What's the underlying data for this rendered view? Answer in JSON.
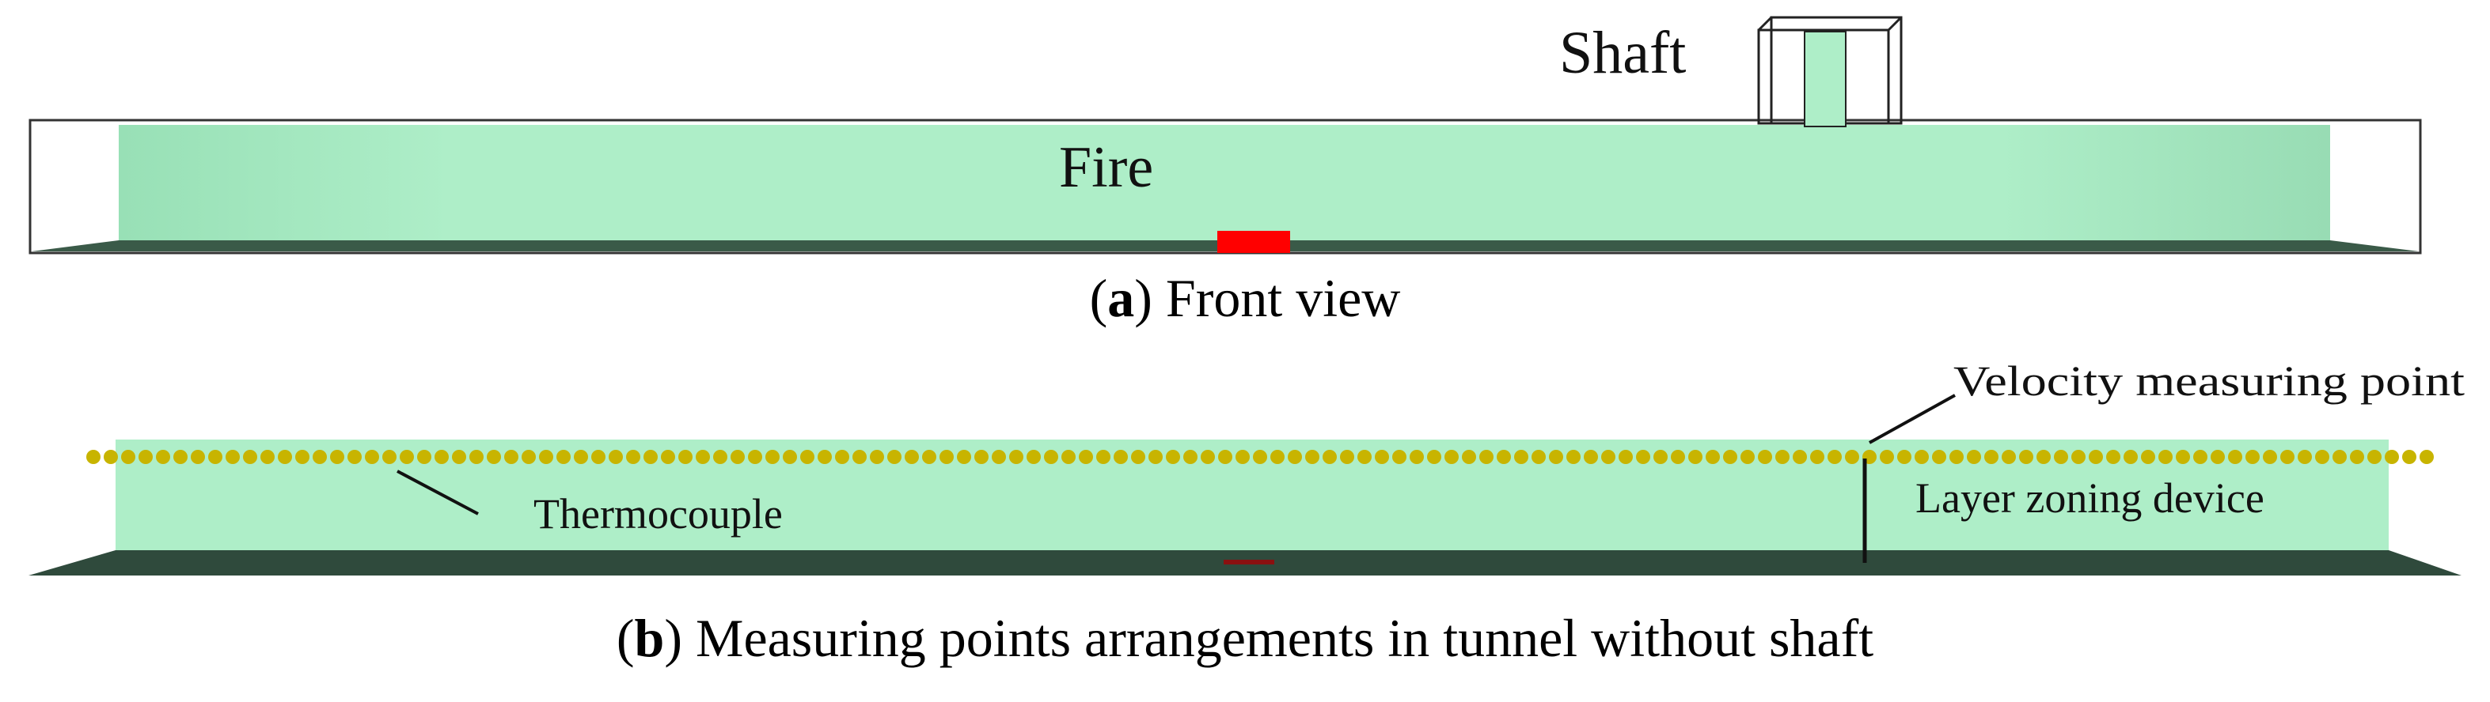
{
  "panel_a": {
    "label_shaft": "Shaft",
    "label_fire": "Fire",
    "caption_letter": "a",
    "caption_text": "Front view"
  },
  "panel_b": {
    "label_velocity": "Velocity measuring point",
    "label_thermocouple": "Thermocouple",
    "label_layer": "Layer zoning device",
    "caption_letter": "b",
    "caption_text": "Measuring points arrangements in tunnel without shaft"
  },
  "colors": {
    "tunnel_fill": "#aeeec8",
    "tunnel_floor": "#2f4a3c",
    "fire": "#ff0000",
    "thermocouple": "#c8b400",
    "outline": "#222222"
  }
}
